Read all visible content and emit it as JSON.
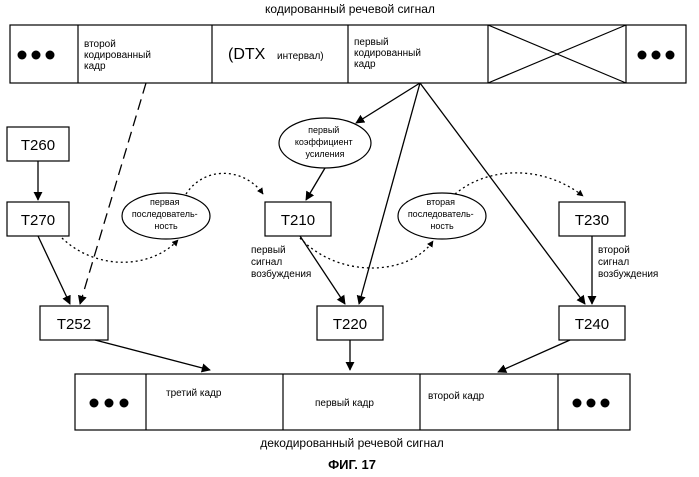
{
  "top_title": "кодированный речевой сигнал",
  "bottom_title": "декодированный речевой сигнал",
  "figure_caption": "ФИГ. 17",
  "top_row": {
    "frame2_lines": [
      "второй",
      "кодированный",
      "кадр"
    ],
    "dtx_word": "(DTX",
    "dtx_interval": "интервал)",
    "frame1_lines": [
      "первый",
      "кодированный",
      "кадр"
    ]
  },
  "bottom_row": {
    "third_frame": "третий кадр",
    "first_frame": "первый кадр",
    "second_frame": "второй кадр"
  },
  "blocks": {
    "t260": "T260",
    "t270": "T270",
    "t252": "T252",
    "t210": "T210",
    "t220": "T220",
    "t230": "T230",
    "t240": "T240"
  },
  "ellipses": {
    "first_sequence": [
      "первая",
      "последователь-",
      "ность"
    ],
    "first_gain": [
      "первый",
      "коэффициент",
      "усиления"
    ],
    "second_sequence": [
      "вторая",
      "последователь-",
      "ность"
    ]
  },
  "labels": {
    "first_excitation": [
      "первый",
      "сигнал",
      "возбуждения"
    ],
    "second_excitation": [
      "второй",
      "сигнал",
      "возбуждения"
    ]
  }
}
